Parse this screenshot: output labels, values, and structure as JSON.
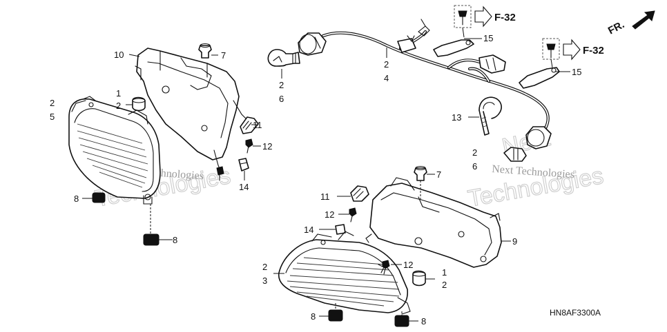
{
  "watermark": {
    "brand": "Next",
    "line2": "Technologies",
    "small": "Next Technologies"
  },
  "diagram_code": "HN8AF3300A",
  "direction_marker": "FR.",
  "refs": [
    "F-32",
    "F-32"
  ],
  "callouts": [
    {
      "text": "10",
      "name": "callout-10-upper-housing"
    },
    {
      "text": "7",
      "name": "callout-7-upper-grommet"
    },
    {
      "text": "1",
      "name": "callout-1-upper-rubber"
    },
    {
      "text": "2",
      "name": "callout-2-upper-rubber"
    },
    {
      "text": "2",
      "name": "callout-2-upper-lens"
    },
    {
      "text": "5",
      "name": "callout-5-upper-lens"
    },
    {
      "text": "11",
      "name": "callout-11-upper-clip"
    },
    {
      "text": "12",
      "name": "callout-12-upper-screw"
    },
    {
      "text": "14",
      "name": "callout-14-upper-clip"
    },
    {
      "text": "8",
      "name": "callout-8-upper-left-grommet"
    },
    {
      "text": "8",
      "name": "callout-8-upper-bottom-grommet"
    },
    {
      "text": "2",
      "name": "callout-2-bulb-left"
    },
    {
      "text": "6",
      "name": "callout-6-bulb-left"
    },
    {
      "text": "2",
      "name": "callout-2-harness"
    },
    {
      "text": "4",
      "name": "callout-4-harness"
    },
    {
      "text": "15",
      "name": "callout-15-upper-stay"
    },
    {
      "text": "15",
      "name": "callout-15-lower-stay"
    },
    {
      "text": "13",
      "name": "callout-13-band"
    },
    {
      "text": "2",
      "name": "callout-2-bulb-right"
    },
    {
      "text": "6",
      "name": "callout-6-bulb-right"
    },
    {
      "text": "7",
      "name": "callout-7-lower-grommet"
    },
    {
      "text": "11",
      "name": "callout-11-lower-clip"
    },
    {
      "text": "12",
      "name": "callout-12-lower-screw-a"
    },
    {
      "text": "14",
      "name": "callout-14-lower-clip"
    },
    {
      "text": "9",
      "name": "callout-9-lower-housing"
    },
    {
      "text": "2",
      "name": "callout-2-lower-lens"
    },
    {
      "text": "3",
      "name": "callout-3-lower-lens"
    },
    {
      "text": "12",
      "name": "callout-12-lower-screw-b"
    },
    {
      "text": "1",
      "name": "callout-1-lower-rubber"
    },
    {
      "text": "2",
      "name": "callout-2-lower-rubber"
    },
    {
      "text": "8",
      "name": "callout-8-lower-left-grommet"
    },
    {
      "text": "8",
      "name": "callout-8-lower-right-grommet"
    }
  ]
}
